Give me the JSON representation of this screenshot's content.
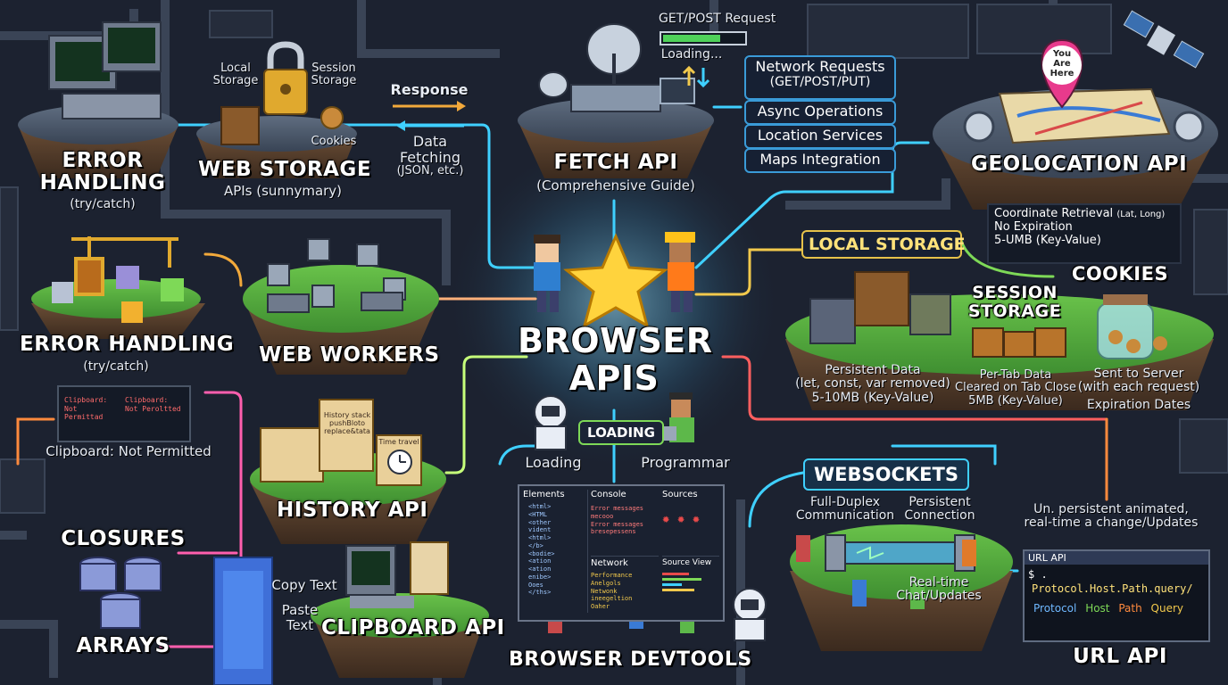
{
  "center": {
    "title_line1": "BROWSER",
    "title_line2": "APIS"
  },
  "error_handling_top": {
    "title_line1": "ERROR",
    "title_line2": "HANDLING",
    "subtitle": "(try/catch)"
  },
  "web_storage": {
    "title": "WEB STORAGE",
    "subtitle": "APIs (sunnymary)",
    "local_label": "Local\nStorage",
    "session_label": "Session\nStorage",
    "cookies_label": "Cookies"
  },
  "response": {
    "label": "Response"
  },
  "data_fetching": {
    "line1": "Data",
    "line2": "Fetching",
    "line3": "(JSON, etc.)"
  },
  "fetch_api": {
    "title": "FETCH API",
    "subtitle": "(Comprehensive Guide)",
    "request_label": "GET/POST Request",
    "loading_label": "Loading..."
  },
  "feature_list": {
    "item1": "Network Requests",
    "item1_sub": "(GET/POST/PUT)",
    "item2": "Async Operations",
    "item3": "Location Services",
    "item4": "Maps Integration"
  },
  "geolocation": {
    "title": "GEOLOCATION API",
    "pin_text": "You\nAre\nHere"
  },
  "local_storage": {
    "title": "LOCAL STORAGE",
    "coord": "Coordinate Retrieval",
    "coord_sub": "(Lat, Long)",
    "no_exp": "No Expiration",
    "size": "5-UMB (Key-Value)",
    "persist1": "Persistent Data",
    "persist2": "(let, const, var removed)",
    "persist3": "5-10MB (Key-Value)"
  },
  "cookies": {
    "title": "COOKIES",
    "line1": "Sent to Server",
    "line2": "(with each request)",
    "line3": "Expiration Dates"
  },
  "session_storage": {
    "title_line1": "SESSION",
    "title_line2": "STORAGE",
    "line1": "Per-Tab Data",
    "line2": "Cleared on Tab Close",
    "line3": "5MB (Key-Value)"
  },
  "error_handling_mid": {
    "title": "ERROR HANDLING",
    "subtitle": "(try/catch)"
  },
  "web_workers": {
    "title": "WEB WORKERS"
  },
  "clipboard_note": {
    "label": "Clipboard: Not Permitted",
    "term1": "Clipboard:\nNot\nPermittad",
    "term2": "Clipboard:\nNot Peroltted"
  },
  "history_api": {
    "title": "HISTORY API",
    "scroll_text": "History stack\npushBloto\nreplace&tata",
    "scroll2_text": "Time travel"
  },
  "closures": {
    "title": "CLOSURES"
  },
  "arrays": {
    "title": "ARRAYS"
  },
  "clipboard_api": {
    "title": "CLIPBOARD API",
    "copy": "Copy Text",
    "paste1": "Paste",
    "paste2": "Text"
  },
  "loading_group": {
    "badge": "LOADING",
    "loading": "Loading",
    "programmar": "Programmar"
  },
  "devtools": {
    "title": "BROWSER DEVTOOLS",
    "tab_elements": "Elements",
    "tab_console": "Console",
    "tab_sources": "Sources",
    "tab_network": "Network",
    "tab_source_view": "Source View",
    "elements_lines": [
      "<html>",
      "<HTML",
      "<other",
      "vident",
      "<html>",
      "</b>",
      "<bodie>",
      "<ation",
      "<ation",
      "enibe>",
      "Ooes",
      "</ths>"
    ],
    "console_lines": [
      "Error messages",
      "mecooo",
      "Error messages",
      "bresepessens"
    ],
    "network_lines": [
      "Performance",
      "Anelgols",
      "Netwonk",
      "ineegeltion",
      "Oaher"
    ]
  },
  "websockets": {
    "title": "WEBSOCKETS",
    "full1": "Full-Duplex",
    "full2": "Communication",
    "persist1": "Persistent",
    "persist2": "Connection",
    "chat1": "Real-time",
    "chat2": "Chat/Updates"
  },
  "url_api": {
    "title": "URL API",
    "header1": "Un. persistent animated,",
    "header2": "real-time a change/Updates",
    "panel_title": "URL API",
    "prompt": "$ .",
    "url_line": "Protocol.Host.Path.query/",
    "protocol": "Protocol",
    "host": "Host",
    "path": "Path",
    "query": "Query"
  },
  "colors": {
    "bg": "#1c2230",
    "cyan": "#3fd0ff",
    "gold": "#f2c94c",
    "pink": "#ff5fae",
    "green": "#7ed957",
    "orange": "#ff8a3d"
  }
}
